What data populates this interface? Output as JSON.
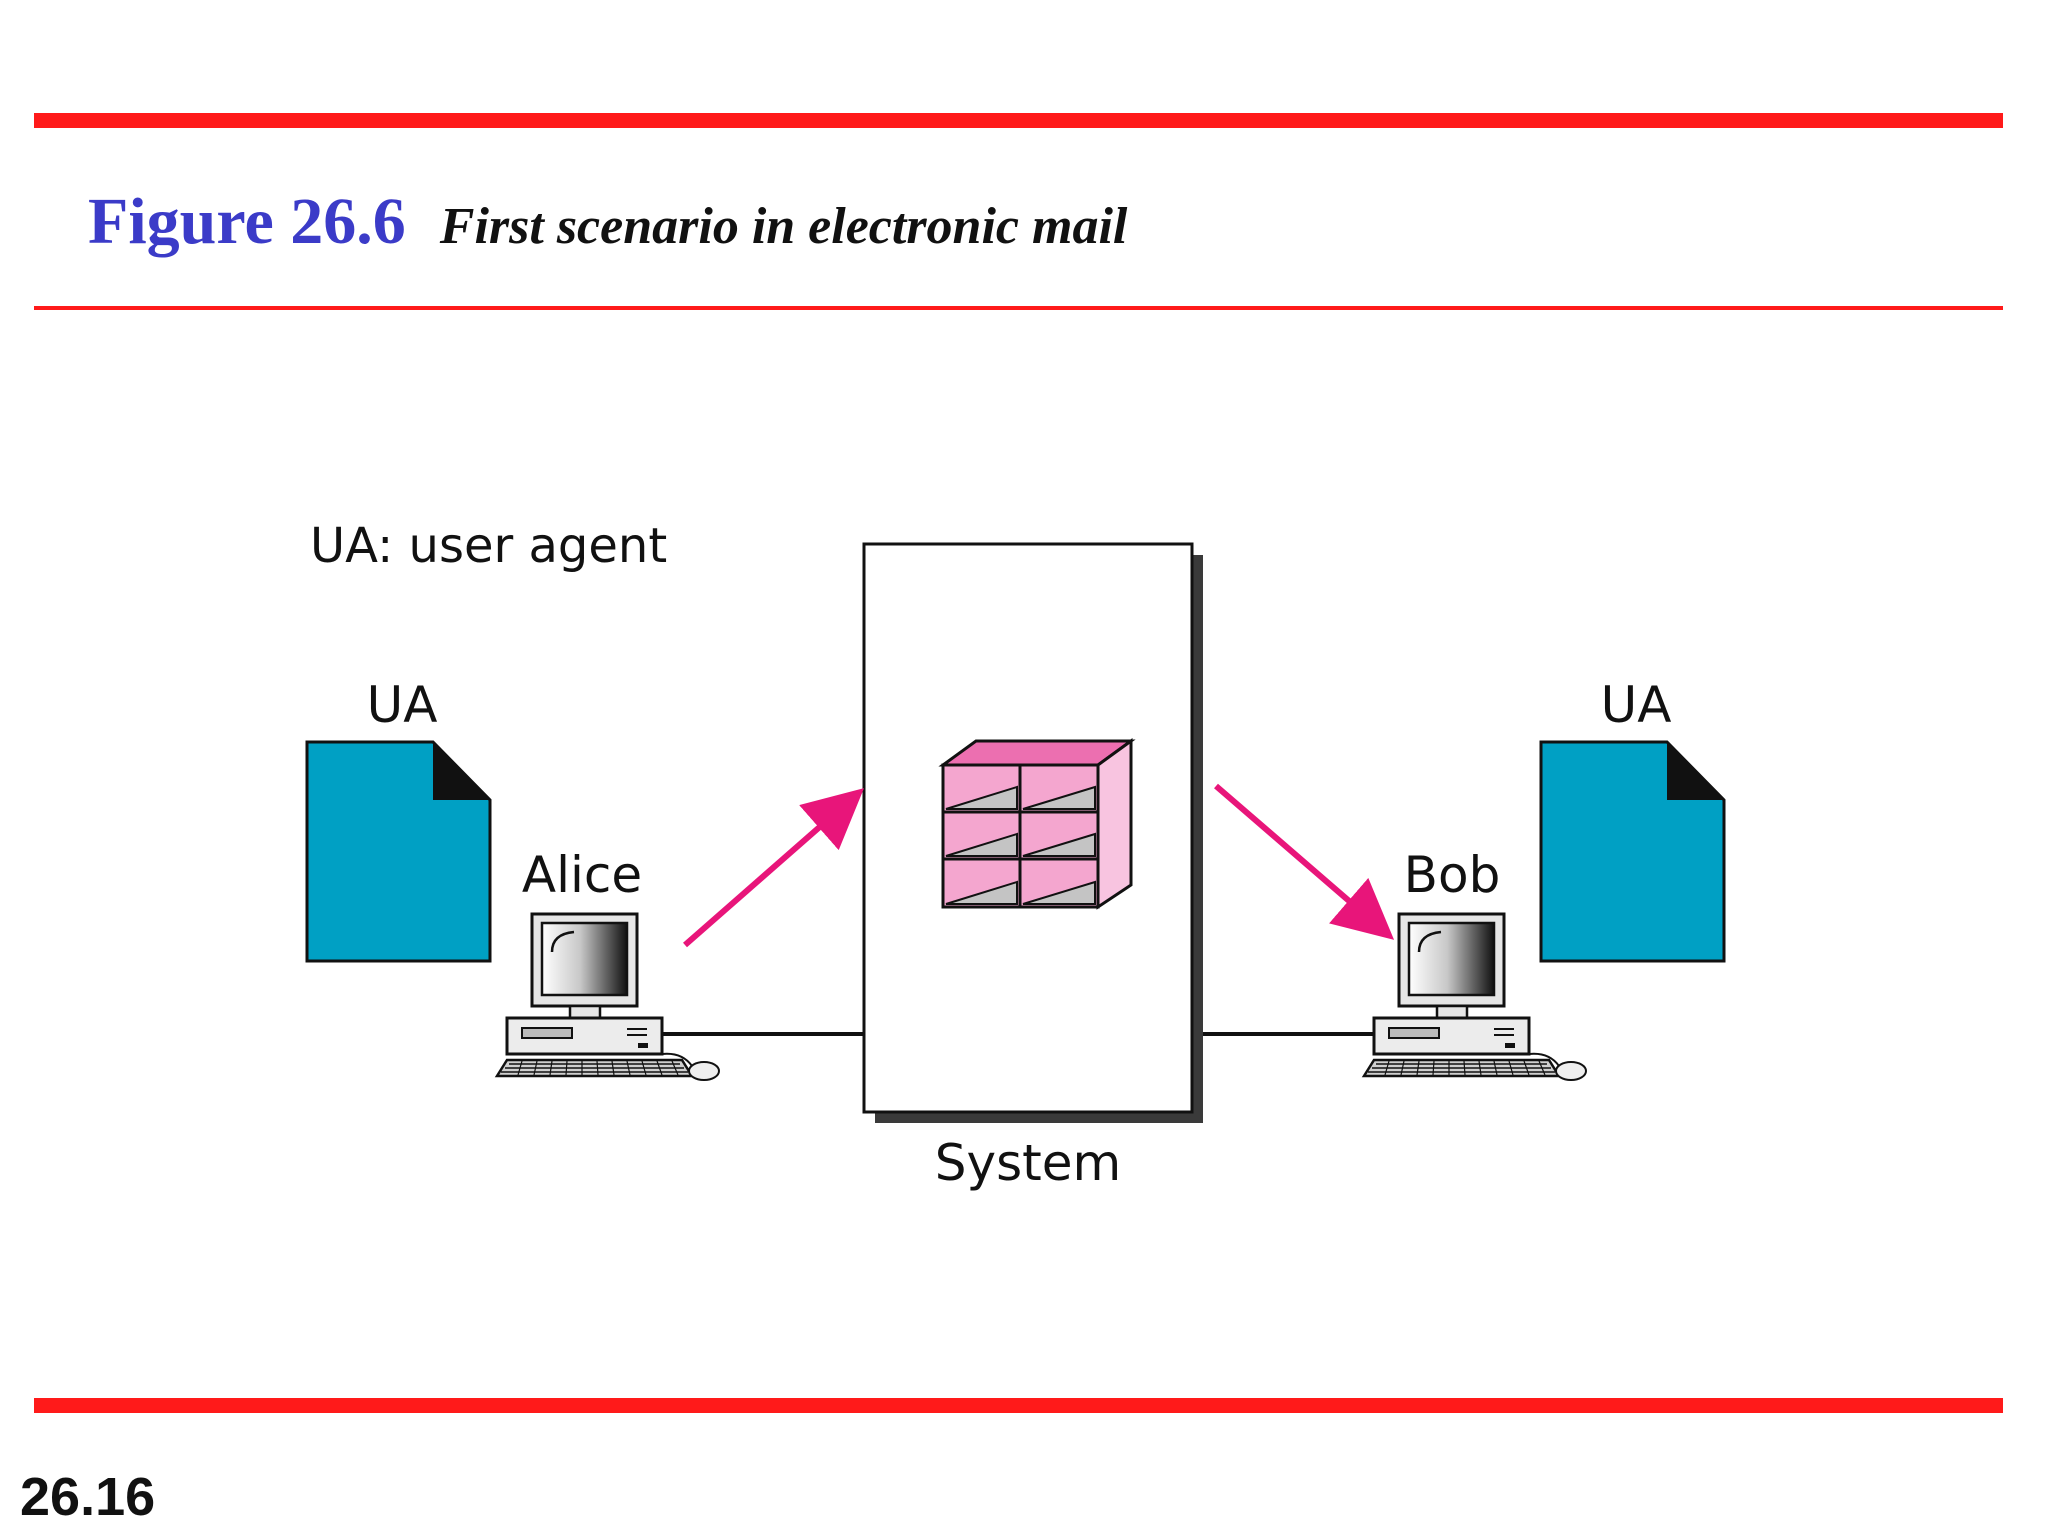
{
  "figure": {
    "number": "Figure 26.6",
    "caption": "First scenario in electronic mail"
  },
  "diagram": {
    "legend": "UA: user agent",
    "left_agent_label": "UA",
    "right_agent_label": "UA",
    "sender_label": "Alice",
    "receiver_label": "Bob",
    "system_label": "System"
  },
  "slide_number": "26.16",
  "colors": {
    "rule": "#ff1a1a",
    "figure_number": "#3b3bc8",
    "ua_document": "#00a0c4",
    "arrow": "#e8157a",
    "mailbox": "#f4a6cf"
  },
  "icons": [
    "ua-document-icon",
    "computer-icon",
    "mailbox-icon",
    "arrow-icon"
  ]
}
